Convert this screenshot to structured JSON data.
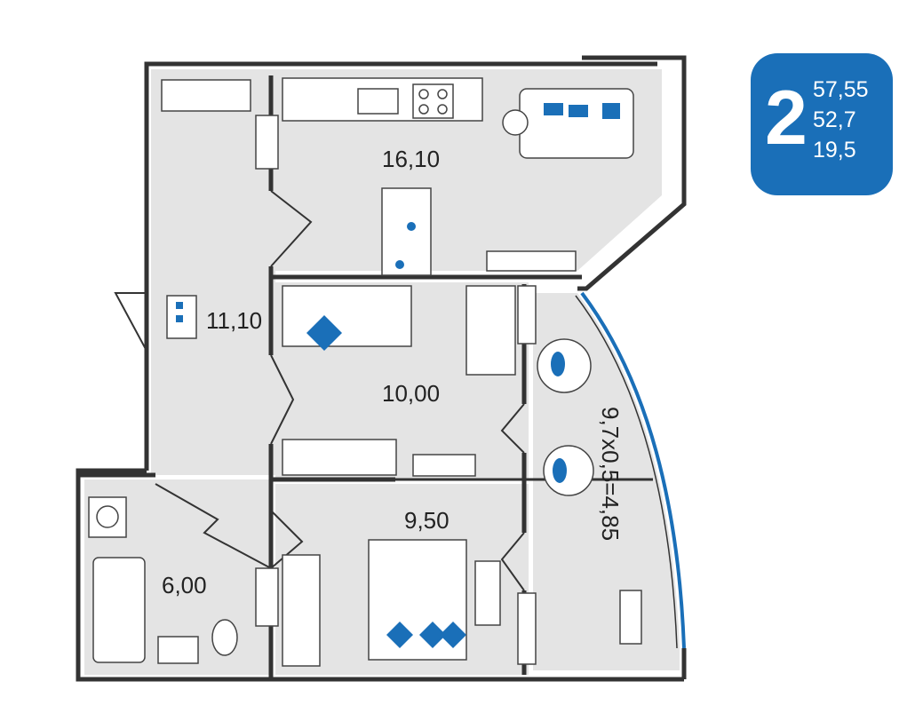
{
  "badge": {
    "rooms": "2",
    "total_area": "57,55",
    "living_area": "52,7",
    "kitchen_area": "19,5",
    "color": "#1a6fb8"
  },
  "rooms": {
    "kitchen": "16,10",
    "hall": "11,10",
    "bedroom_1": "10,00",
    "bedroom_2": "9,50",
    "bathroom": "6,00",
    "balcony": "9,7x0,5=4,85"
  },
  "colors": {
    "wall": "#333333",
    "floor": "#e4e4e4",
    "accent": "#1a6fb8"
  }
}
